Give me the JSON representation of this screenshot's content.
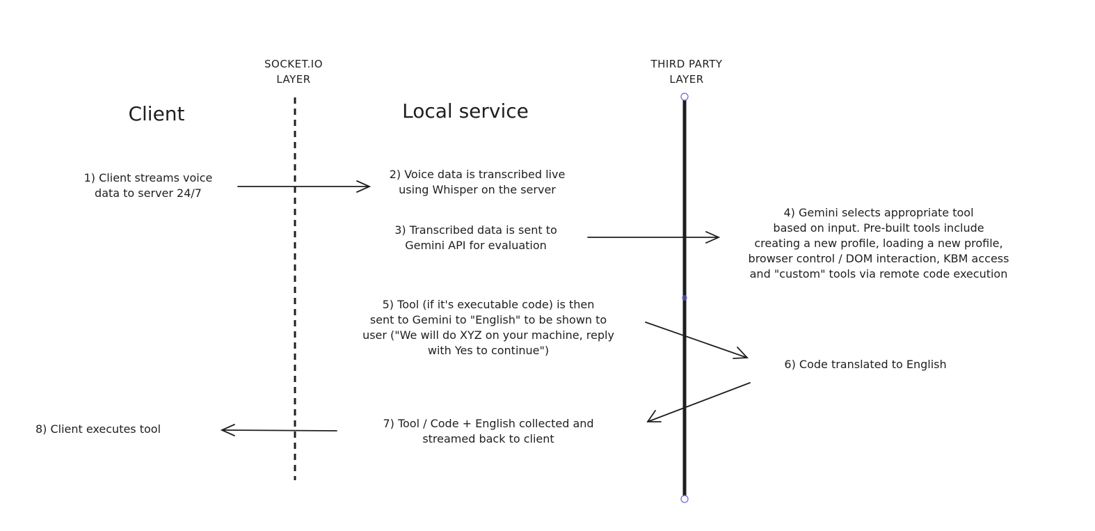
{
  "layers": {
    "socket": "SOCKET.IO\nLAYER",
    "third_party": "THIRD PARTY\nLAYER"
  },
  "headings": {
    "client": "Client",
    "local_service": "Local service"
  },
  "steps": {
    "s1": "1) Client streams voice\ndata to server 24/7",
    "s2": "2) Voice data is transcribed live\nusing Whisper on the server",
    "s3": "3) Transcribed data is sent to\nGemini API for evaluation",
    "s4": "4) Gemini selects appropriate tool\nbased on input. Pre-built tools include\ncreating a new profile, loading a new profile,\nbrowser control / DOM interaction, KBM access\nand \"custom\" tools via remote code execution",
    "s5": "5) Tool (if it's executable code) is then\nsent to Gemini to \"English\" to be shown to\nuser (\"We will do XYZ on your machine, reply\nwith Yes to continue\")",
    "s6": "6) Code translated to English",
    "s7": "7) Tool / Code + English collected and\nstreamed back to client",
    "s8": "8) Client executes tool"
  },
  "colors": {
    "stroke": "#1e1e1e",
    "handle": "#6965db"
  }
}
